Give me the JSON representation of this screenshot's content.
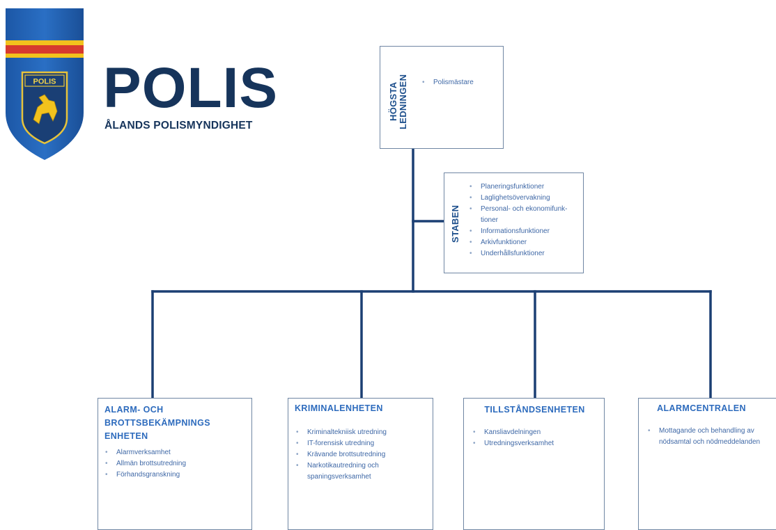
{
  "logo": {
    "word": "POLIS",
    "subtitle": "ÅLANDS POLISMYNDIGHET",
    "badge_text": "POLIS",
    "colors": {
      "shield_blue": "#1e5aa8",
      "stripe_yellow": "#f2c21d",
      "stripe_red": "#d73a2e",
      "navy": "#16345b"
    }
  },
  "org": {
    "top": {
      "title_line1": "HÖGSTA",
      "title_line2": "LEDNINGEN",
      "items": [
        "Polismästare"
      ]
    },
    "staff": {
      "title": "STABEN",
      "items": [
        "Planeringsfunktioner",
        "Laglighetsövervakning",
        "Personal- och ekonomifunk-tioner",
        "Informationsfunktioner",
        "Arkivfunktioner",
        "Underhållsfunktioner"
      ]
    },
    "units": [
      {
        "title": "ALARM- OCH BROTTSBEKÄMPNINGS ENHETEN",
        "items": [
          "Alarmverksamhet",
          "Allmän brottsutredning",
          "Förhandsgranskning"
        ]
      },
      {
        "title": "KRIMINALENHETEN",
        "items": [
          "Kriminaltekniisk utredning",
          "IT-forensisk utredning",
          "Krävande brottsutredning",
          "Narkotikautredning och spaningsverksamhet"
        ]
      },
      {
        "title": "TILLSTÅNDSENHETEN",
        "items": [
          "Kansliavdelningen",
          "Utredningsverksamhet"
        ]
      },
      {
        "title": "ALARMCENTRALEN",
        "items": [
          "Mottagande och behandling av nödsamtal och nödmeddelanden"
        ]
      }
    ]
  },
  "colors": {
    "connector": "#1b3f73",
    "box_border": "#6f86a3",
    "heading": "#1d4f8c",
    "item_text": "#3f68a6"
  }
}
